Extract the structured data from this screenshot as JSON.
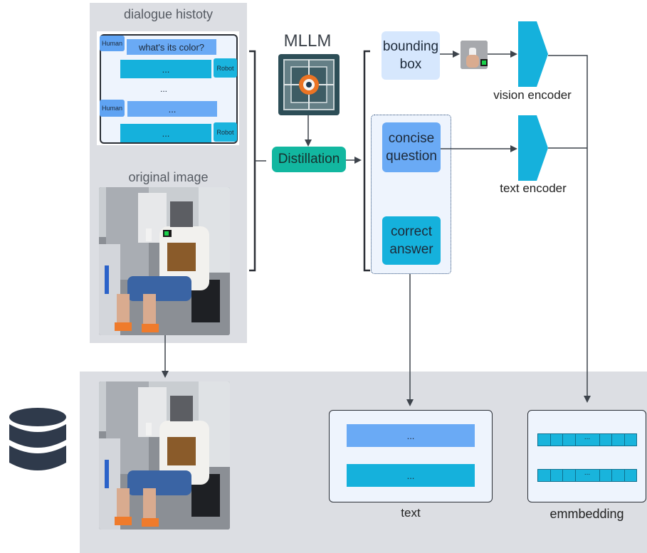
{
  "dialogue": {
    "title": "dialogue histoty",
    "messages": [
      {
        "role": "Human",
        "text": "what's its color?"
      },
      {
        "role": "Robot",
        "text": "..."
      },
      {
        "role": "",
        "text": "..."
      },
      {
        "role": "Human",
        "text": "..."
      },
      {
        "role": "Robot",
        "text": "..."
      }
    ]
  },
  "original_image": {
    "title": "original image"
  },
  "mllm": {
    "label": "MLLM"
  },
  "distillation": {
    "label": "Distillation"
  },
  "outputs": {
    "bounding_box": "bounding box",
    "concise_question": "concise question",
    "correct_answer": "correct answer"
  },
  "encoders": {
    "vision": "vision encoder",
    "text": "text encoder"
  },
  "storage": {
    "text_caption": "text",
    "text_rows": [
      "...",
      "..."
    ],
    "embedding_caption": "emmbedding",
    "embedding_rows": [
      "...",
      "..."
    ]
  },
  "colors": {
    "panel_bg": "#dcdee3",
    "human_blue": "#6aaaf5",
    "robot_cyan": "#15b1dc",
    "distill_teal": "#12b7a0",
    "bbox_light": "#d6e7fd",
    "arrow": "#3d434b",
    "database": "#2f3a4b"
  }
}
